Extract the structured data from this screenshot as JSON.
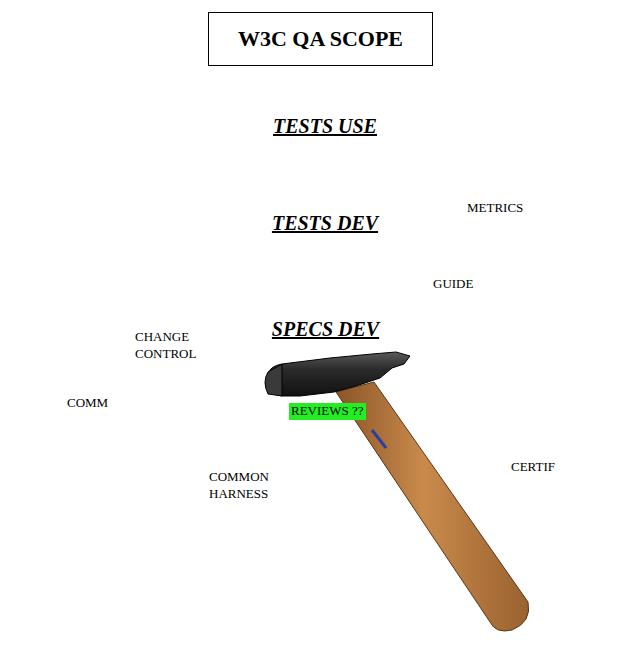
{
  "diagram": {
    "title": "W3C QA SCOPE",
    "nodes": [
      {
        "text": [
          "TESTS USE"
        ]
      },
      {
        "text": [
          "TESTS DEV"
        ],
        "in": 0
      },
      {
        "text": [
          "SPECS DEV"
        ],
        "in": 1
      }
    ],
    "labels": [
      "METRICS",
      "GUIDE",
      "CHANGE CONTROL",
      "COMM",
      "REVIEWS ??",
      "COMMON HARNESS",
      "CERTIF"
    ]
  }
}
